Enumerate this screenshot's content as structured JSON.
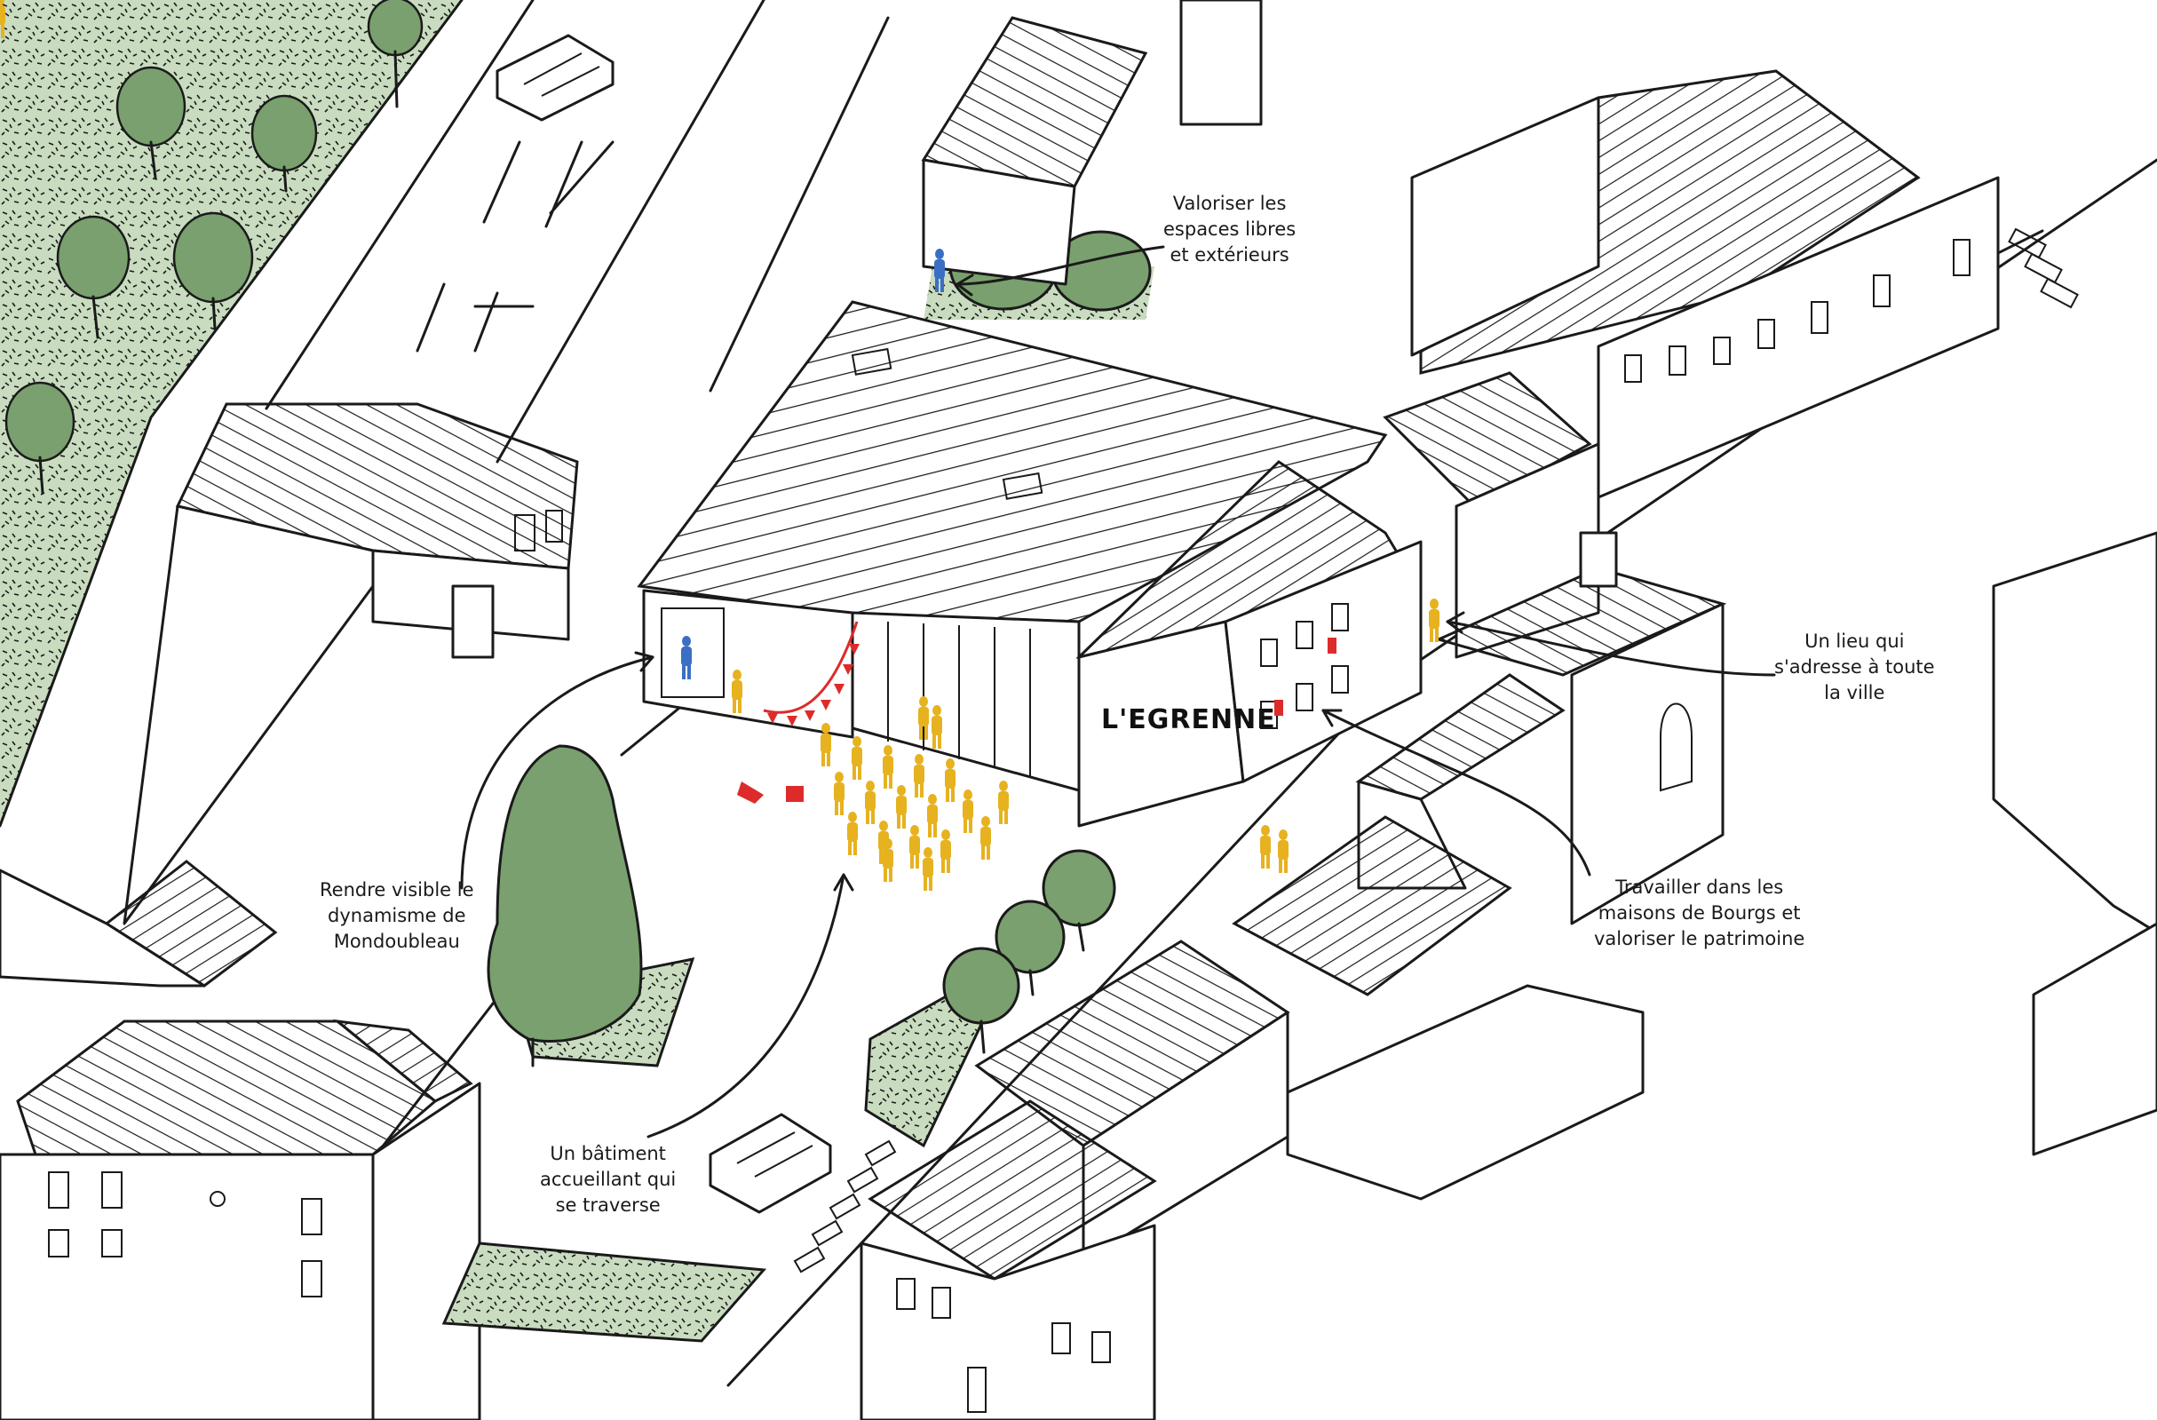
{
  "image": {
    "colors": {
      "ink": "#1a1a1a",
      "tree": "#79a06e",
      "greenery": "#c9dcc0",
      "people": "#e6b21f",
      "accent_red": "#dd2b2b",
      "person_blue": "#3a6fc4"
    }
  },
  "building_sign": "L'EGRENNE",
  "annotations": [
    {
      "id": "outdoor",
      "lines": [
        "Valoriser les",
        "espaces libres",
        "et extérieurs"
      ]
    },
    {
      "id": "city",
      "lines": [
        "Un lieu qui",
        "s'adresse à toute",
        "la ville"
      ]
    },
    {
      "id": "heritage",
      "lines": [
        "Travailler dans les",
        "maisons de Bourgs et",
        "valoriser le patrimoine"
      ]
    },
    {
      "id": "dynamism",
      "lines": [
        "Rendre visible le",
        "dynamisme de",
        "Mondoubleau"
      ]
    },
    {
      "id": "welcoming",
      "lines": [
        "Un bâtiment",
        "accueillant qui",
        "se traverse"
      ]
    }
  ]
}
